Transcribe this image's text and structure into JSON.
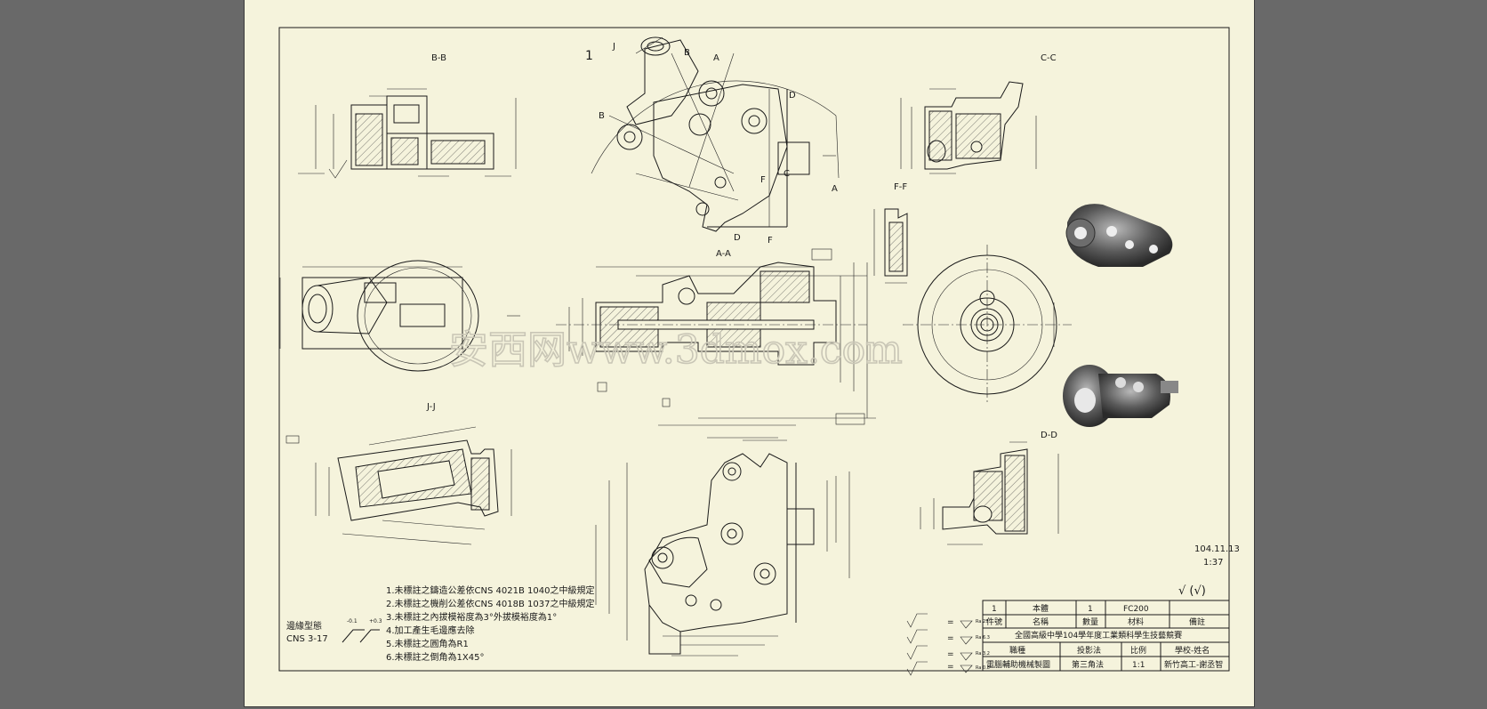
{
  "sheet_number": "1",
  "section_labels": {
    "bb": "B-B",
    "cc": "C-C",
    "ff": "F-F",
    "aa": "A-A",
    "jj": "J-J",
    "dd": "D-D"
  },
  "cut_markers": [
    "J",
    "B",
    "A",
    "D",
    "B",
    "C",
    "F",
    "A",
    "D",
    "F"
  ],
  "notes": [
    "1.未標註之鑄造公差依CNS 4021B 1040之中級規定",
    "2.未標註之機削公差依CNS 4018B 1037之中級規定",
    "3.未標註之內拔模裕度為3°外拔模裕度為1°",
    "4.加工產生毛邊應去除",
    "5.未標註之圓角為R1",
    "6.未標註之倒角為1X45°"
  ],
  "edge_condition": {
    "title": "邊緣型態",
    "standard": "CNS 3-17",
    "left_value": "-0.1",
    "right_value": "+0.3"
  },
  "date": "104.11.13",
  "time": "1:37",
  "general_roughness": "√ (√)",
  "watermark": "安西网www.3dmox.com",
  "roughness_symbols": [
    "Ra 25",
    "Ra 6.3",
    "Ra 3.2",
    "Ra 0.8"
  ],
  "title_block": {
    "part_row": [
      "1",
      "本體",
      "1",
      "FC200",
      ""
    ],
    "header_row": [
      "件號",
      "名稱",
      "數量",
      "材料",
      "備註"
    ],
    "competition": "全國高級中學104學年度工業類科學生技藝競賽",
    "label_row": [
      "職種",
      "投影法",
      "比例",
      "學校-姓名"
    ],
    "value_row": [
      "電腦輔助機械製圖",
      "第三角法",
      "1:1",
      "新竹高工-謝丞智"
    ]
  }
}
